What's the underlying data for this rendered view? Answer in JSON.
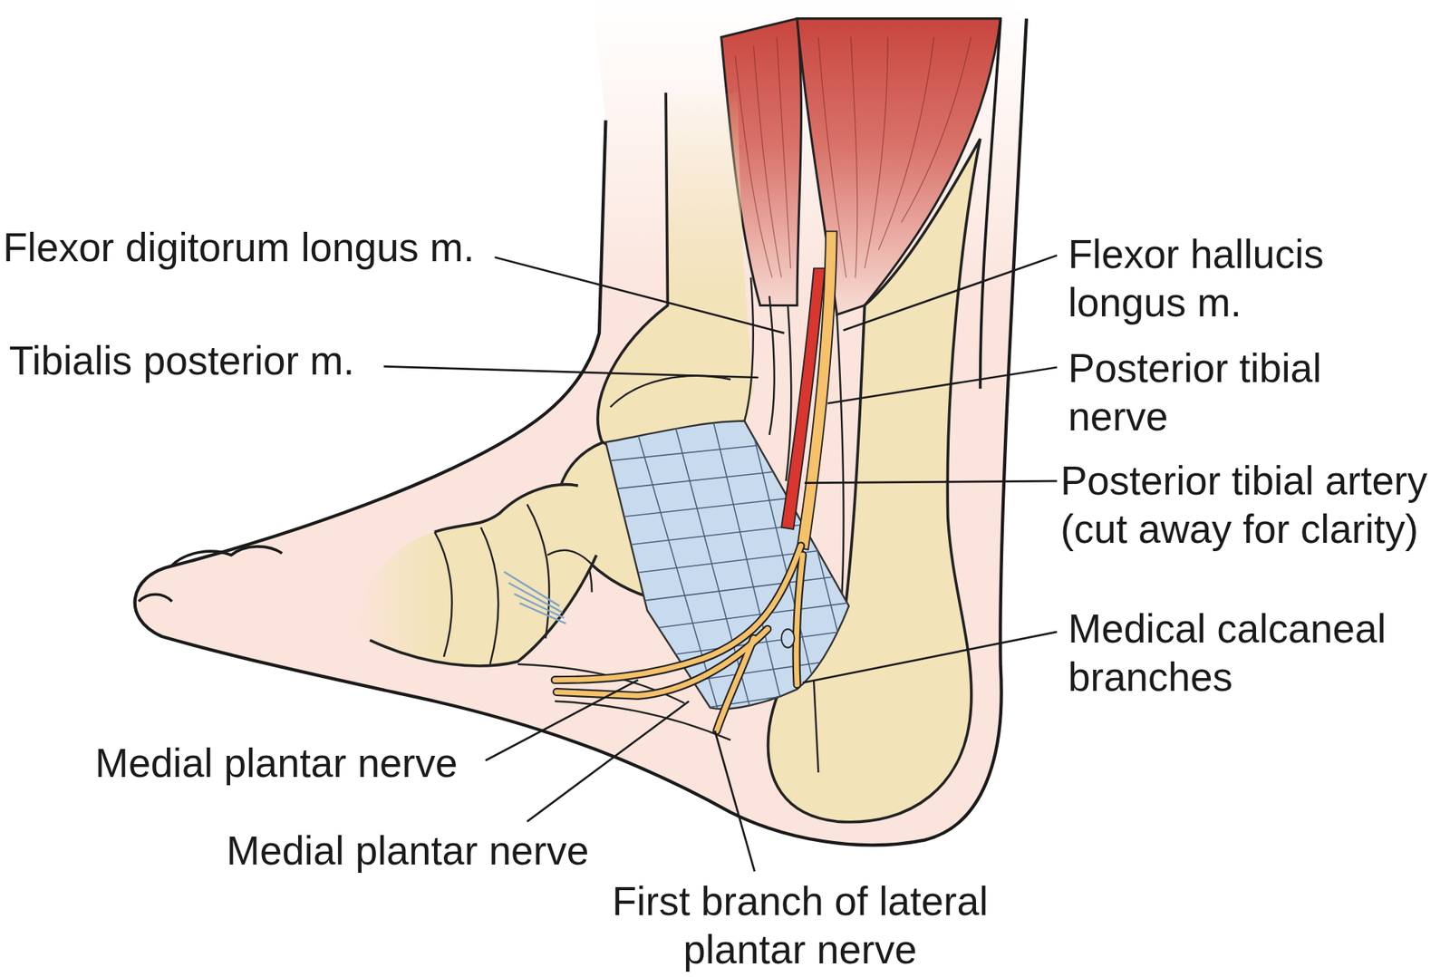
{
  "diagram": {
    "labels": [
      "Flexor digitorum longus m.",
      "Tibialis posterior m.",
      "Flexor hallucis longus m.",
      "Posterior tibial nerve",
      "Posterior tibial artery (cut away for clarity)",
      "Medical calcaneal branches",
      "Medial plantar nerve",
      "Medial plantar nerve",
      "First branch of lateral plantar nerve"
    ]
  }
}
